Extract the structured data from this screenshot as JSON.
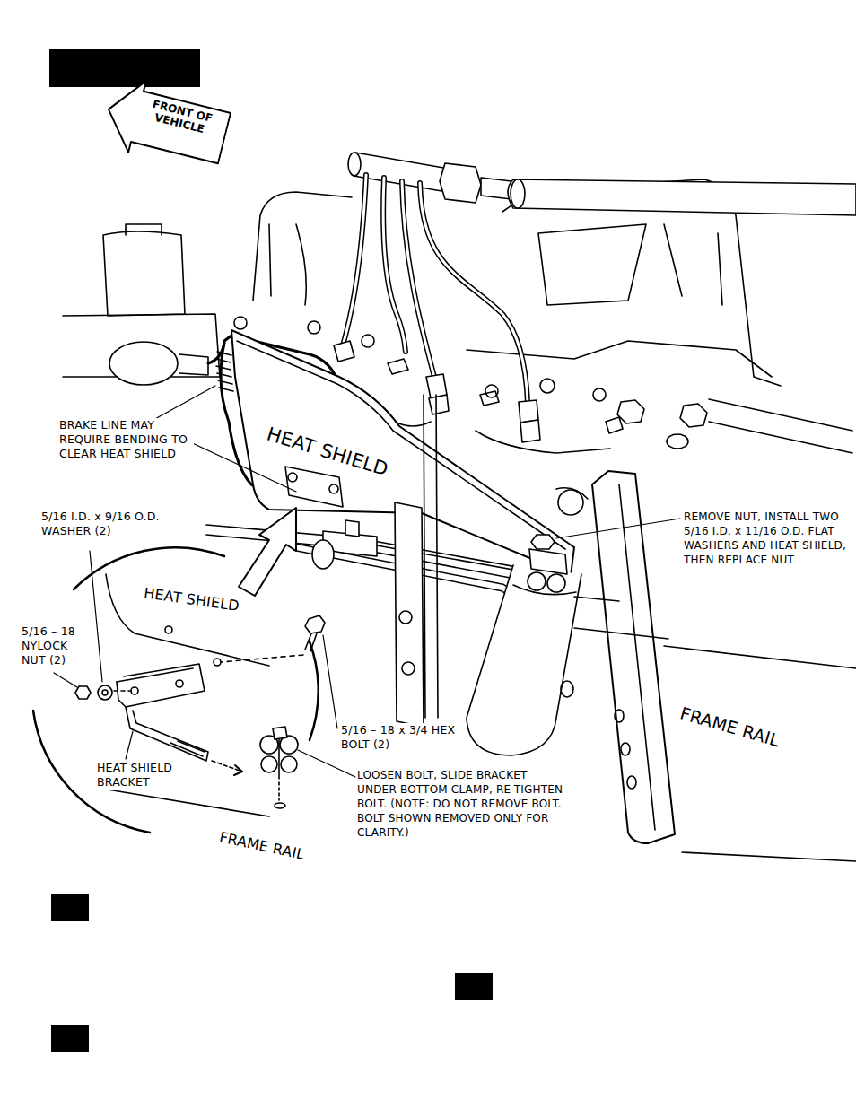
{
  "diagram": {
    "nodes": [
      {
        "text": [
          "FRONT OF VEHICLE"
        ]
      }
    ],
    "labels": [
      "BRAKE LINE MAY REQUIRE BENDING TO CLEAR HEAT SHIELD",
      "HEAT SHIELD",
      "5/16 I.D. x 9/16 O.D. WASHER (2)",
      "5/16 – 18 NYLOCK NUT (2)",
      "HEAT SHIELD",
      "HEAT SHIELD BRACKET",
      "5/16 – 18 x 3/4 HEX BOLT (2)",
      "LOOSEN BOLT, SLIDE BRACKET UNDER BOTTOM CLAMP, RE-TIGHTEN BOLT. (NOTE: DO NOT REMOVE BOLT. BOLT SHOWN REMOVED ONLY FOR CLARITY.)",
      "FRAME RAIL",
      "REMOVE NUT, INSTALL TWO 5/16 I.D. x 11/16 O.D. FLAT WASHERS AND HEAT SHIELD, THEN REPLACE NUT",
      "FRAME RAIL"
    ]
  }
}
